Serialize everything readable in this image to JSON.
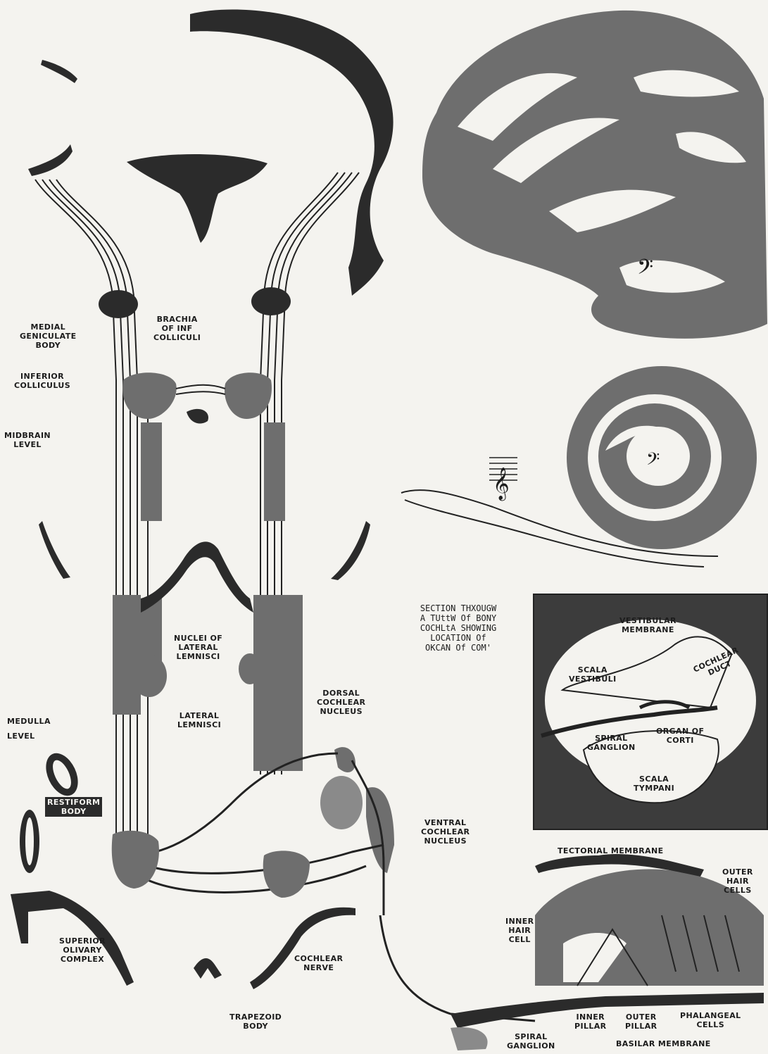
{
  "labels": {
    "medial_geniculate": [
      "MEDIAL",
      "GENICULATE",
      "BODY"
    ],
    "brachia": [
      "BRACHIA",
      "OF INF",
      "COLLICULI"
    ],
    "inferior_colliculus": [
      "INFERIOR",
      "COLLICULUS"
    ],
    "midbrain_level": [
      "MIDBRAIN",
      "LEVEL"
    ],
    "nuclei_lateral_lemnisci": [
      "NUCLEI OF",
      "LATERAL",
      "LEMNISCI"
    ],
    "lateral_lemnisci": [
      "LATERAL",
      "LEMNISCI"
    ],
    "dorsal_cochlear_nucleus": [
      "DORSAL",
      "COCHLEAR",
      "NUCLEUS"
    ],
    "medulla_level": [
      "MEDULLA",
      "LEVEL"
    ],
    "restiform_body": [
      "RESTIFORM",
      "BODY"
    ],
    "ventral_cochlear_nucleus": [
      "VENTRAL",
      "COCHLEAR",
      "NUCLEUS"
    ],
    "superior_olivary_complex": [
      "SUPERIOR",
      "OLIVARY",
      "COMPLEX"
    ],
    "cochlear_nerve": [
      "COCHLEAR",
      "NERVE"
    ],
    "trapezoid_body": [
      "TRAPEZOID",
      "BODY"
    ],
    "vestibular_membrane": [
      "VESTIBULAR",
      "MEMBRANE"
    ],
    "scala_vestibuli": [
      "SCALA",
      "VESTIBULI"
    ],
    "cochlear_duct": [
      "COCHLEAR",
      "DUCT"
    ],
    "spiral_ganglion_inset": [
      "SPIRAL",
      "GANGLION"
    ],
    "organ_of_corti": [
      "ORGAN OF",
      "CORTI"
    ],
    "scala_tympani": [
      "SCALA",
      "TYMPANI"
    ],
    "tectorial_membrane": "TECTORIAL MEMBRANE",
    "outer_hair_cells": [
      "OUTER",
      "HAIR",
      "CELLS"
    ],
    "inner_hair_cell": [
      "INNER",
      "HAIR",
      "CELL"
    ],
    "inner_pillar": [
      "INNER",
      "PILLAR"
    ],
    "outer_pillar": [
      "OUTER",
      "PILLAR"
    ],
    "phalangeal_cells": [
      "PHALANGEAL",
      "CELLS"
    ],
    "spiral_ganglion_bottom": [
      "SPIRAL",
      "GANGLION"
    ],
    "basilar_membrane": "BASILAR MEMBRANE"
  },
  "caption": [
    "SECTION THXOUGW",
    "A TUttW Of BONY",
    "COCHLtA SHOWING",
    "LOCATION Of",
    "OKCAN Of COM'"
  ],
  "icons": [
    "treble-clef-icon",
    "bass-clef-icon"
  ],
  "colors": {
    "ink": "#1c1c1c",
    "paper": "#f4f3ef",
    "tone": "#6e6e6e"
  }
}
